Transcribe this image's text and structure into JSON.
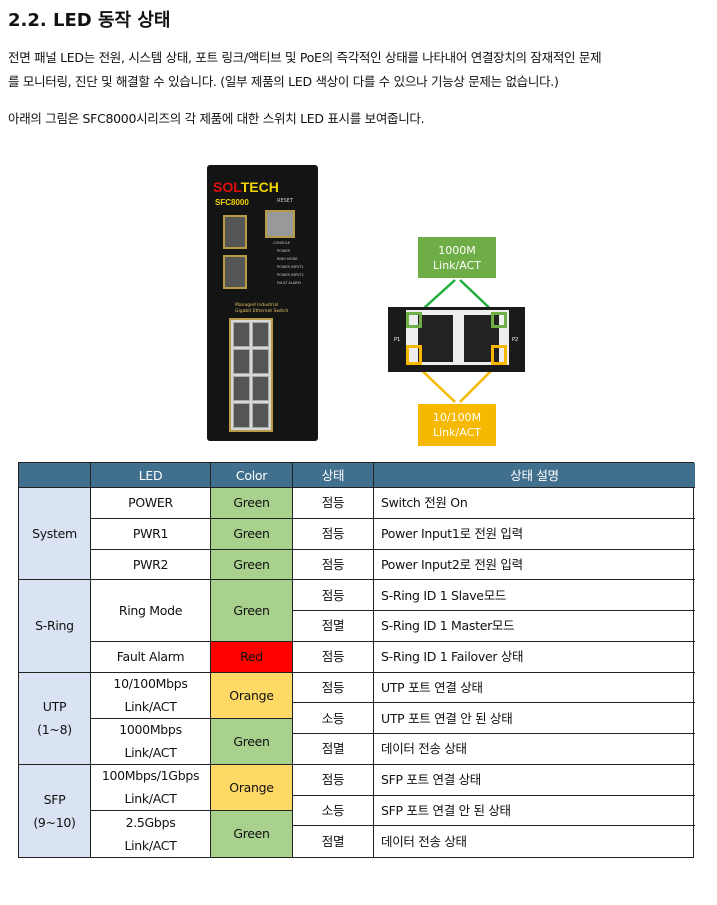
{
  "heading": "2.2. LED 동작 상태",
  "paragraphs": [
    "전면 패널 LED는 전원, 시스템 상태, 포트 링크/액티브 및 PoE의 즉각적인 상태를 나타내어 연결장치의 잠재적인 문제",
    "를 모니터링, 진단 및 해결할 수 있습니다. (일부 제품의 LED 색상이 다를 수 있으나 기능상 문제는 없습니다.)",
    "아래의 그림은 SFC8000시리즈의 각 제품에 대한 스위치 LED 표시를 보여줍니다."
  ],
  "figure": {
    "brand_a": "SOL",
    "brand_b": "TECH",
    "model": "SFC8000",
    "reset": "RESET",
    "led_labels": [
      "CONSOLE",
      "POWER",
      "RING MODE",
      "POWER INPUT1",
      "POWER INPUT2",
      "FAULT ALARM"
    ],
    "managed": "Managed Industrial",
    "gigabit": "Gigabit Ethernet Switch",
    "green_label": [
      "1000M",
      "Link/ACT"
    ],
    "orange_label": [
      "10/100M",
      "Link/ACT"
    ],
    "p1": "P1",
    "p2": "P2"
  },
  "table": {
    "headers": [
      "",
      "LED",
      "Color",
      "상태",
      "상태 설명"
    ],
    "groups": {
      "system": "System",
      "sring": "S-Ring",
      "utp": [
        "UTP",
        "(1~8)"
      ],
      "sfp": [
        "SFP",
        "(9~10)"
      ]
    },
    "leds": {
      "power": "POWER",
      "pwr1": "PWR1",
      "pwr2": "PWR2",
      "ring": "Ring Mode",
      "fault": "Fault Alarm",
      "utp1": [
        "10/100Mbps",
        "Link/ACT"
      ],
      "utp2": [
        "1000Mbps",
        "Link/ACT"
      ],
      "sfp1": [
        "100Mbps/1Gbps",
        "Link/ACT"
      ],
      "sfp2": [
        "2.5Gbps",
        "Link/ACT"
      ]
    },
    "colors": {
      "green": "Green",
      "red": "Red",
      "orange": "Orange"
    },
    "states": [
      "점등",
      "점등",
      "점등",
      "점등",
      "점멸",
      "점등",
      "점등",
      "소등",
      "점멸",
      "점등",
      "소등",
      "점멸"
    ],
    "descriptions": [
      "Switch 전원 On",
      "Power Input1로 전원 입력",
      "Power Input2로 전원 입력",
      "S-Ring ID 1 Slave모드",
      "S-Ring ID 1 Master모드",
      "S-Ring ID 1 Failover 상태",
      "UTP 포트 연결 상태",
      "UTP 포트 연결 안 된 상태",
      "데이터 전송 상태",
      "SFP 포트 연결 상태",
      "SFP 포트 연결 안 된 상태",
      "데이터 전송 상태"
    ]
  }
}
